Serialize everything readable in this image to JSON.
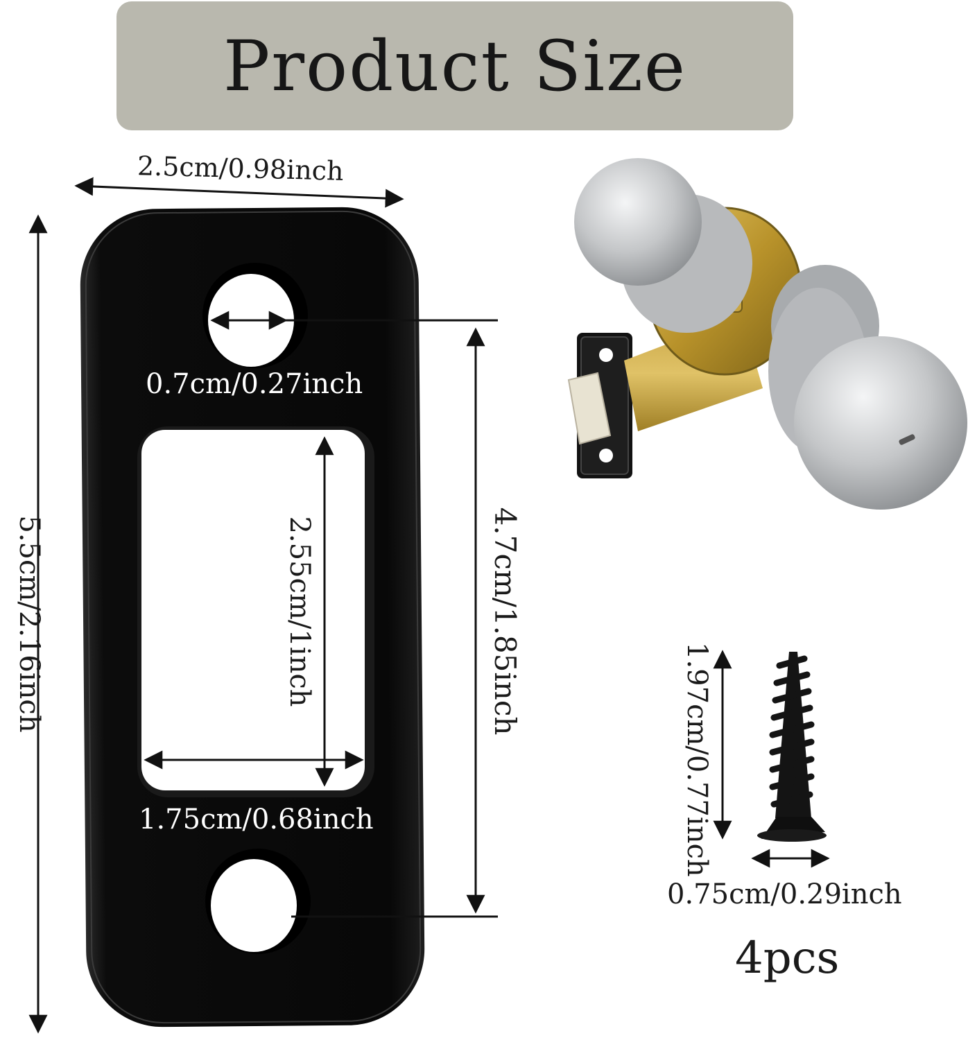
{
  "title": "Product Size",
  "dimensions": {
    "plate_width": "2.5cm/0.98inch",
    "plate_height": "5.5cm/2.16inch",
    "hole_diameter": "0.7cm/0.27inch",
    "opening_height": "2.55cm/1inch",
    "opening_width": "1.75cm/0.68inch",
    "hole_spacing": "4.7cm/1.85inch",
    "screw_length": "1.97cm/0.77inch",
    "screw_width": "0.75cm/0.29inch"
  },
  "screw_quantity": "4pcs",
  "colors": {
    "banner": "#b9b8ae",
    "plate": "#0b0b0b",
    "brass": "#c9a23a",
    "steel": "#c8cacc"
  },
  "icons": {
    "plate": "strike-plate-illustration",
    "doorknob": "doorknob-illustration",
    "screw": "screw-illustration"
  }
}
